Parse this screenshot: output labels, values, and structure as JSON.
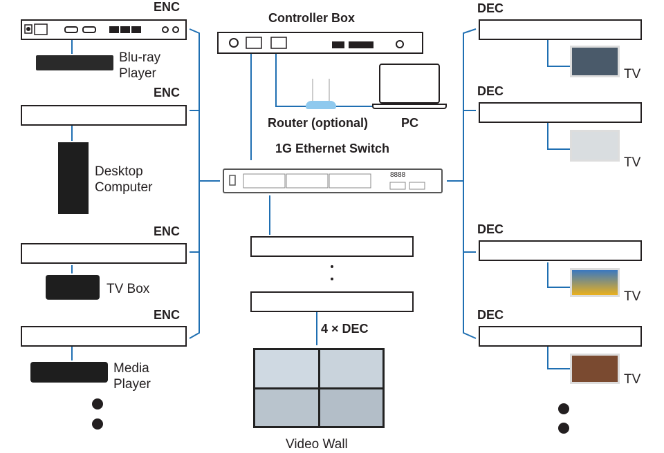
{
  "diagram": {
    "encoders": [
      {
        "label": "ENC",
        "source": "Blu-ray Player",
        "source_lines": [
          "Blu-ray",
          "Player"
        ]
      },
      {
        "label": "ENC",
        "source": "Desktop Computer",
        "source_lines": [
          "Desktop",
          "Computer"
        ]
      },
      {
        "label": "ENC",
        "source": "TV Box",
        "source_lines": [
          "TV Box"
        ]
      },
      {
        "label": "ENC",
        "source": "Media Player",
        "source_lines": [
          "Media",
          "Player"
        ]
      }
    ],
    "decoders": [
      {
        "label": "DEC",
        "display": "TV"
      },
      {
        "label": "DEC",
        "display": "TV"
      },
      {
        "label": "DEC",
        "display": "TV"
      },
      {
        "label": "DEC",
        "display": "TV"
      }
    ],
    "controller": {
      "title": "Controller Box"
    },
    "router": {
      "label": "Router (optional)"
    },
    "pc": {
      "label": "PC"
    },
    "switch": {
      "title": "1G Ethernet Switch",
      "led_text": "8888"
    },
    "wall": {
      "dec_label": "4 × DEC",
      "label": "Video Wall"
    },
    "colors": {
      "line": "#1f6fb2",
      "device": "#231f20",
      "router": "#8fc9ee"
    }
  }
}
